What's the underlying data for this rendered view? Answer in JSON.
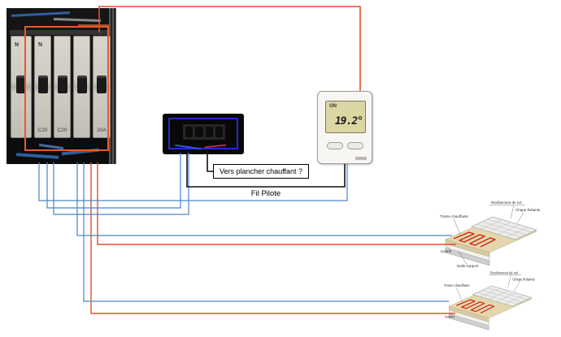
{
  "panel": {
    "modules": [
      {
        "top": "N",
        "bottom": ""
      },
      {
        "top": "N",
        "bottom": "C20"
      },
      {
        "top": "",
        "bottom": "C20"
      },
      {
        "top": "",
        "bottom": ""
      },
      {
        "top": "",
        "bottom": "20A"
      }
    ]
  },
  "thermostat": {
    "status": "ON",
    "temperature": "19.2°"
  },
  "annotations": {
    "floor_question": "Vers plancher chauffant ?",
    "pilot_wire": "Fil Pilote"
  },
  "floor_layers": {
    "revetement": "Revêtement de sol",
    "chape": "Chape flottante",
    "trame": "Trame chauffante",
    "isolant": "Isolant",
    "dalle": "Dalle support"
  },
  "colors": {
    "wire_live": "#e0512a",
    "wire_neutral": "#4a86c8",
    "wire_pilot": "#111111",
    "highlight": "#e85a2a",
    "junction_outline": "#2a2acc",
    "heating_cable": "#cc2211"
  }
}
